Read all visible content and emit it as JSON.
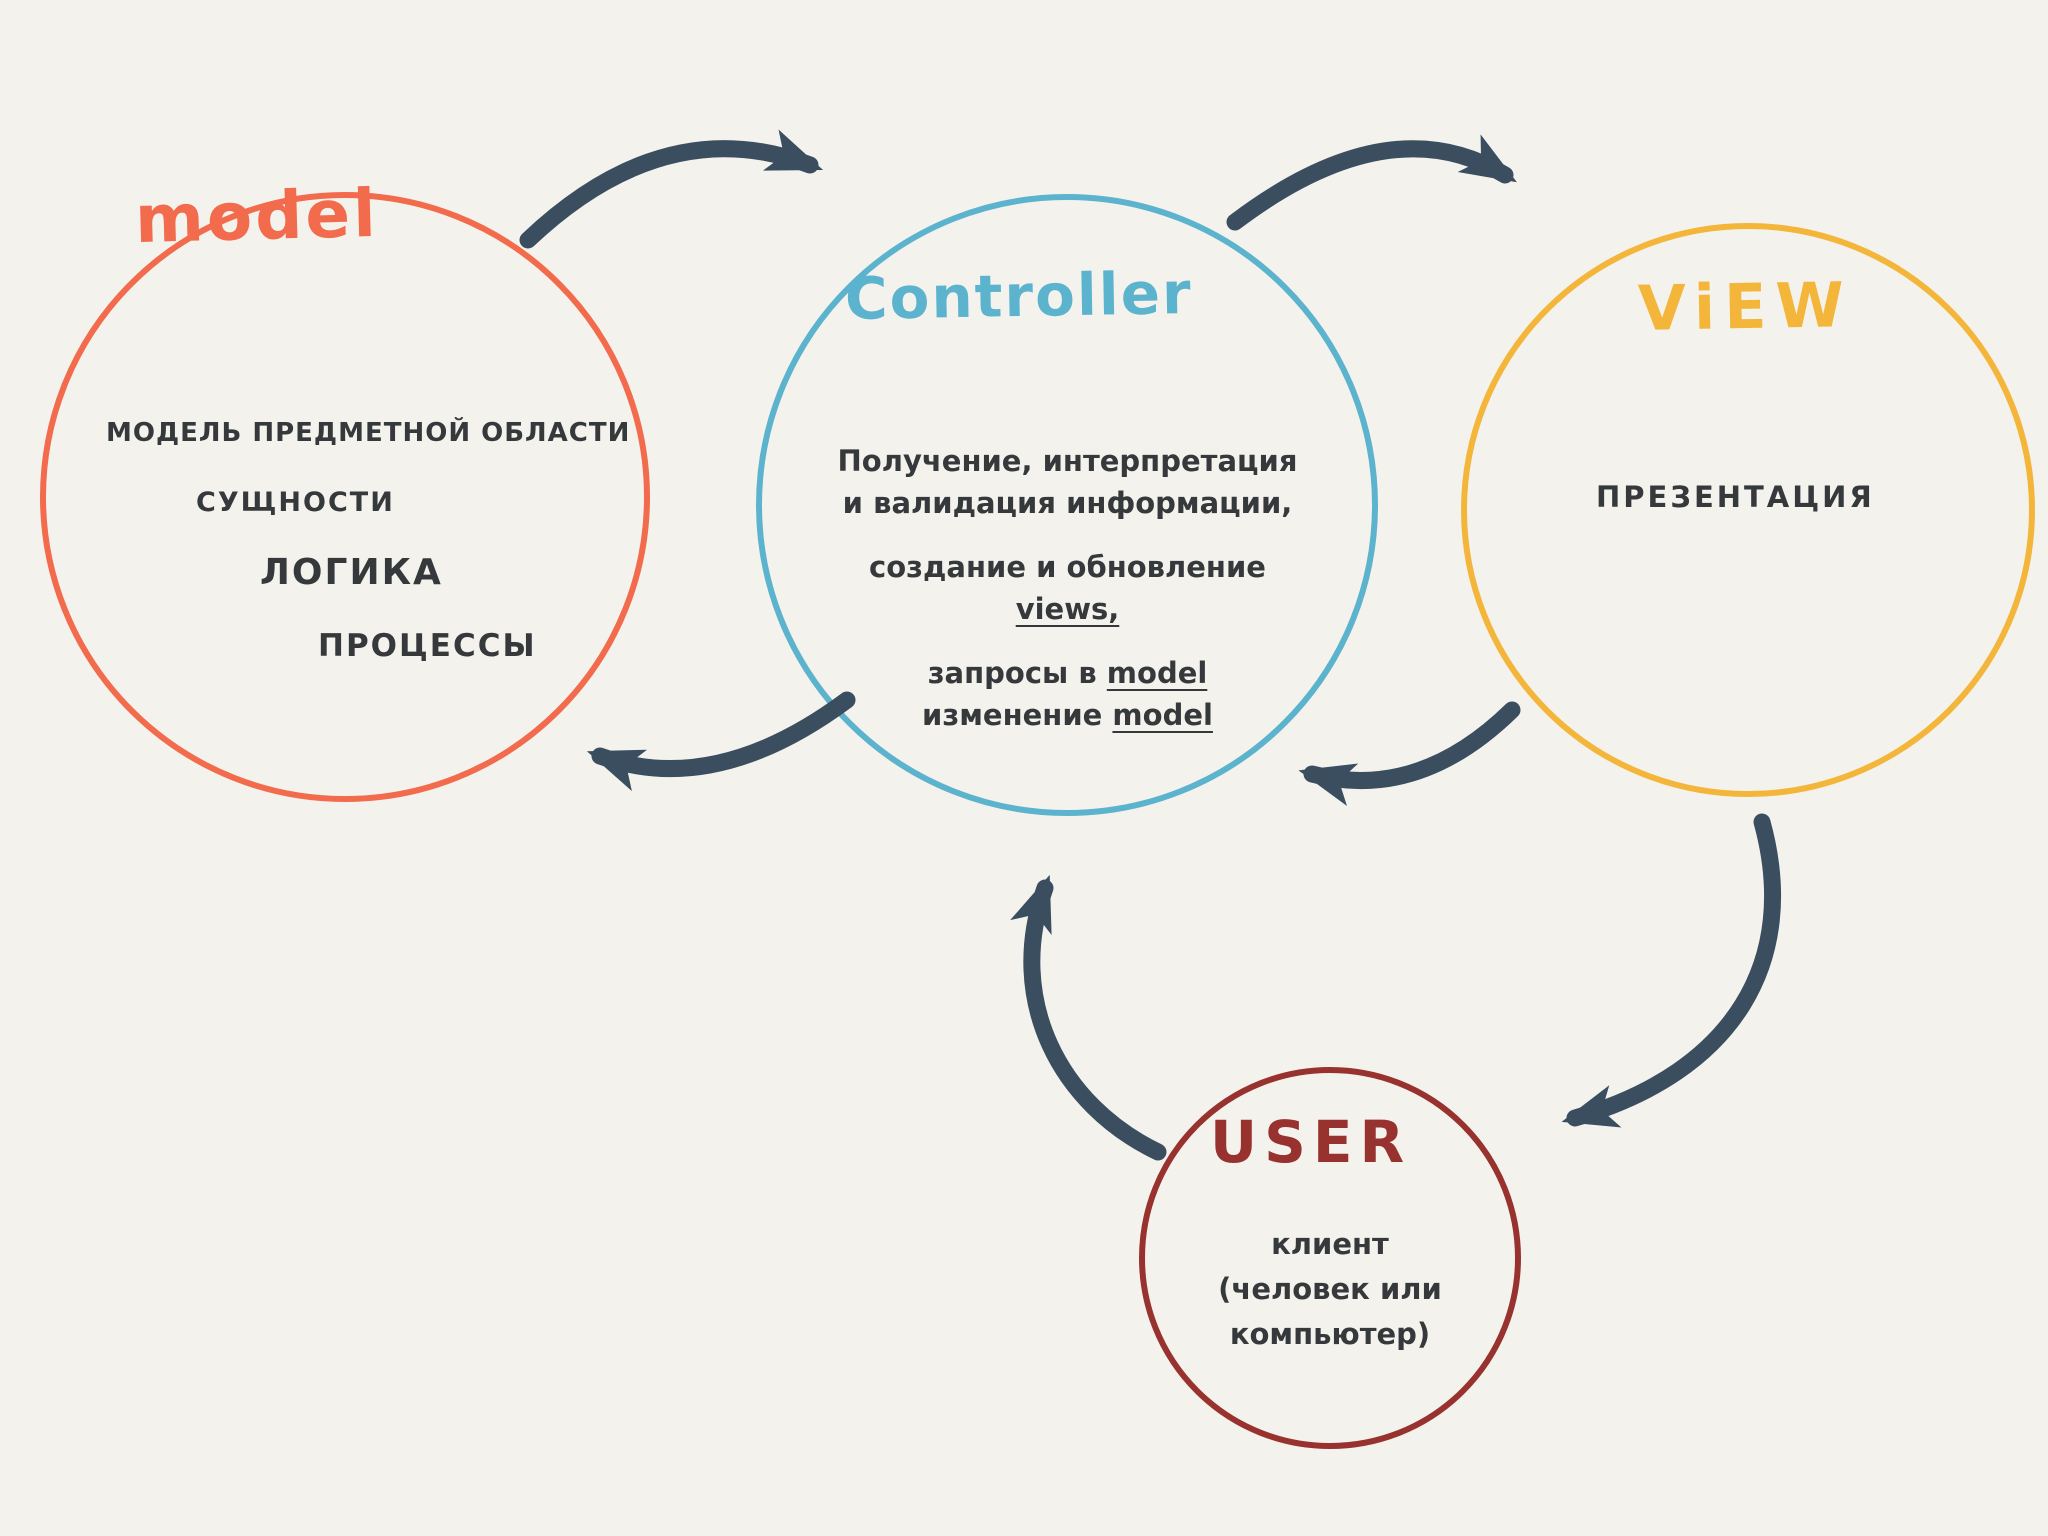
{
  "diagram": {
    "background": "#f4f2ed",
    "arrow_color": "#3a4e60",
    "text_color": "#35393c",
    "nodes": {
      "model": {
        "title": "model",
        "color": "#f26b4d",
        "line1": "МОДЕЛЬ ПРЕДМЕТНОЙ ОБЛАСТИ",
        "line2": "СУЩНОСТИ",
        "line3": "ЛОГИКА",
        "line4": "ПРОЦЕССЫ"
      },
      "controller": {
        "title": "Controller",
        "color": "#5cb3cd",
        "line1": "Получение, интерпретация",
        "line2": "и валидация информации,",
        "line3": "создание и обновление",
        "line4_underlined": "views,",
        "line5_pre": "запросы  в  ",
        "line5_word": "model",
        "line6_pre": "изменение  ",
        "line6_word": "model"
      },
      "view": {
        "title": "ViEW",
        "color": "#f3b63b",
        "line1": "ПРЕЗЕНТАЦИЯ"
      },
      "user": {
        "title": "USER",
        "color": "#97322f",
        "line1": "клиент",
        "line2": "(человек  или",
        "line3": "компьютер)"
      }
    },
    "arrows": [
      {
        "name": "model-to-controller"
      },
      {
        "name": "controller-to-view"
      },
      {
        "name": "controller-to-model"
      },
      {
        "name": "view-to-controller"
      },
      {
        "name": "user-to-controller"
      },
      {
        "name": "view-to-user"
      }
    ]
  }
}
